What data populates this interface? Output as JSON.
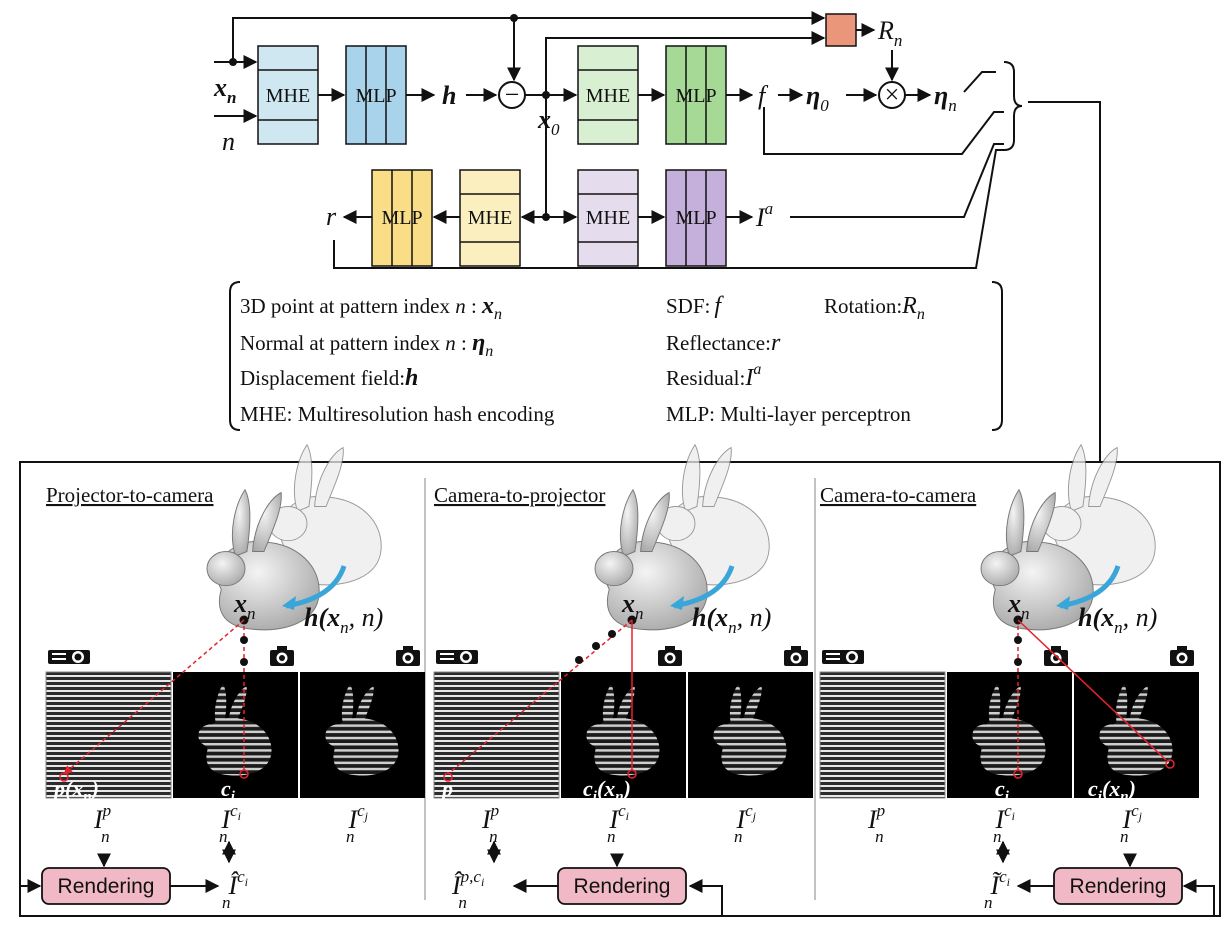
{
  "colors": {
    "mhe_blue": "#cfe7f1",
    "mlp_blue": "#a9d3ea",
    "mhe_green": "#d9efd2",
    "mlp_green": "#a6d995",
    "mhe_yellow": "#fcefbf",
    "mlp_yellow": "#f9dd87",
    "mhe_purple": "#e5dcee",
    "mlp_purple": "#c5b0dc",
    "rotation_block": "#e9967a",
    "rendering_box": "#f1b9c6",
    "red_ray": "#e8212c",
    "blue_arrow": "#3aa5d8"
  },
  "network": {
    "block_mhe": "MHE",
    "block_mlp": "MLP",
    "input_x": "x",
    "input_x_sub": "n",
    "input_n": "n",
    "h": "h",
    "minus": "−",
    "x0": "x",
    "x0_sub": "0",
    "f": "f",
    "eta0": "η",
    "eta0_sub": "0",
    "times": "×",
    "eta_n": "η",
    "eta_n_sub": "n",
    "R": "R",
    "R_sub": "n",
    "r": "r",
    "Ia": "I",
    "Ia_sup": "a"
  },
  "legend": {
    "point_label": "3D point at pattern index",
    "point_sym": "n",
    "point_var": "x",
    "point_sub": "n",
    "normal_label": "Normal at pattern index",
    "normal_sym": "n",
    "normal_var": "η",
    "normal_sub": "n",
    "disp_label": "Displacement field:",
    "disp_var": "h",
    "mhe_label": "MHE: Multiresolution hash encoding",
    "sdf_label": "SDF:",
    "sdf_var": "f",
    "rot_label": "Rotation:",
    "rot_var": "R",
    "rot_sub": "n",
    "refl_label": "Reflectance:",
    "refl_var": "r",
    "resid_label": "Residual:",
    "resid_var": "I",
    "resid_sup": "a",
    "mlp_label": "MLP: Multi-layer perceptron"
  },
  "panels": [
    {
      "title": "Projector-to-camera",
      "point_label": "x",
      "point_sub": "n",
      "disp_label": "h(x",
      "disp_sub": "n",
      "disp_tail": ", n)",
      "img_label_a": "p(x",
      "img_label_a_sub": "n",
      "img_label_a_tail": ")",
      "img_label_b": "c",
      "img_label_b_sub": "i",
      "cap1": "I",
      "cap1_sub": "n",
      "cap1_sup": "p",
      "cap2": "I",
      "cap2_sub": "n",
      "cap2_sup": "c",
      "cap2_supsub": "i",
      "cap3": "I",
      "cap3_sub": "n",
      "cap3_sup": "c",
      "cap3_supsub": "j",
      "render": "Rendering",
      "out": "Î",
      "out_sub": "n",
      "out_sup": "c",
      "out_supsub": "i"
    },
    {
      "title": "Camera-to-projector",
      "point_label": "x",
      "point_sub": "n",
      "disp_label": "h(x",
      "disp_sub": "n",
      "disp_tail": ", n)",
      "img_label_a": "p",
      "img_label_b": "c",
      "img_label_b_sub": "i",
      "img_label_b_tail": "(x",
      "img_label_b_tail_sub": "n",
      "cap1": "I",
      "cap1_sub": "n",
      "cap1_sup": "p",
      "cap2": "I",
      "cap2_sub": "n",
      "cap2_sup": "c",
      "cap2_supsub": "i",
      "cap3": "I",
      "cap3_sub": "n",
      "cap3_sup": "c",
      "cap3_supsub": "j",
      "render": "Rendering",
      "out": "Î",
      "out_sub": "n",
      "out_sup": "p,c",
      "out_supsub": "i"
    },
    {
      "title": "Camera-to-camera",
      "point_label": "x",
      "point_sub": "n",
      "disp_label": "h(x",
      "disp_sub": "n",
      "disp_tail": ", n)",
      "img_label_a": "c",
      "img_label_a_sub": "i",
      "img_label_b": "c",
      "img_label_b_sub": "j",
      "img_label_b_tail": "(x",
      "img_label_b_tail_sub": "n",
      "cap1": "I",
      "cap1_sub": "n",
      "cap1_sup": "p",
      "cap2": "I",
      "cap2_sub": "n",
      "cap2_sup": "c",
      "cap2_supsub": "i",
      "cap3": "I",
      "cap3_sub": "n",
      "cap3_sup": "c",
      "cap3_supsub": "j",
      "render": "Rendering",
      "out": "Ĩ",
      "out_sub": "n",
      "out_sup": "c",
      "out_supsub": "i"
    }
  ]
}
